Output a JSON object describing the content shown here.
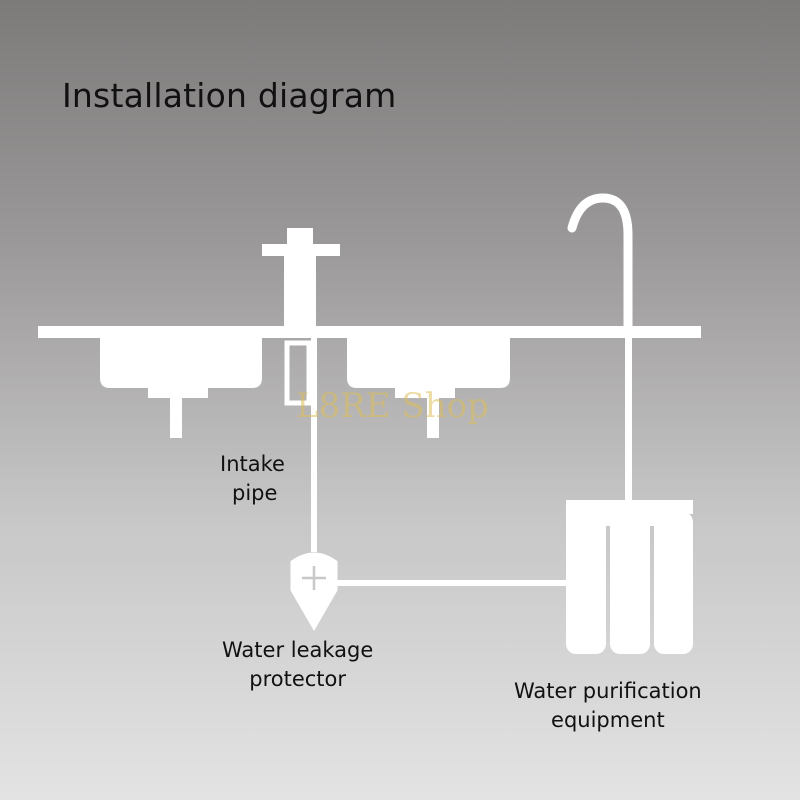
{
  "title": "Installation diagram",
  "labels": {
    "intake_line1": "Intake",
    "intake_line2": "pipe",
    "leak_line1": "Water leakage",
    "leak_line2": "protector",
    "purif_line1": "Water purification",
    "purif_line2": "equipment"
  },
  "watermark": "L8RE Shop",
  "colors": {
    "shape": "#ffffff",
    "text": "#111111"
  }
}
